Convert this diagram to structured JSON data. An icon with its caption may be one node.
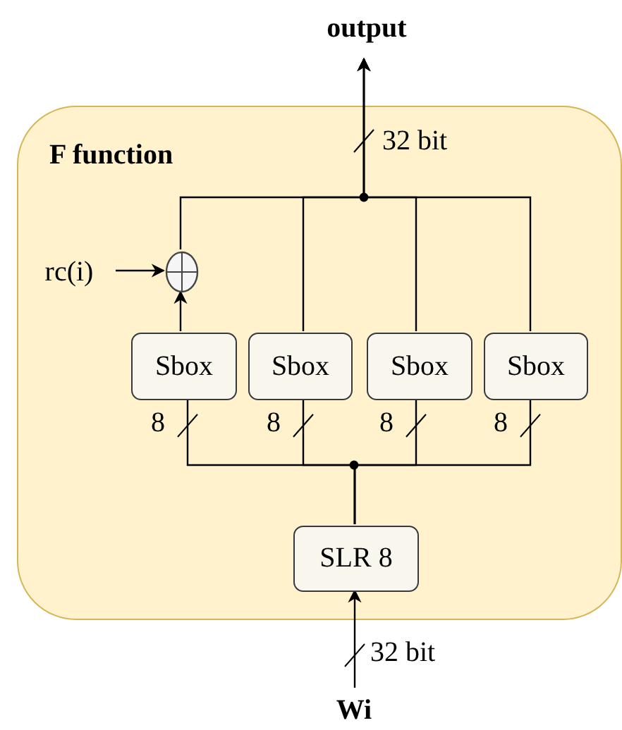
{
  "diagram": {
    "nodes": [
      {
        "text": [
          "F function"
        ]
      },
      {
        "text": [
          "output"
        ]
      },
      {
        "text": [
          "rc(i)"
        ],
        "in": 0
      },
      {
        "text": [],
        "shape": "circle",
        "in": 0
      },
      {
        "text": [
          "Sbox"
        ],
        "in": 0
      },
      {
        "text": [
          "Sbox"
        ],
        "in": 0
      },
      {
        "text": [
          "Sbox"
        ],
        "in": 0
      },
      {
        "text": [
          "Sbox"
        ],
        "in": 0
      },
      {
        "text": [
          "SLR 8"
        ],
        "in": 0
      },
      {
        "text": [
          "Wi"
        ]
      }
    ],
    "edges": [
      {
        "from": 9,
        "to": 8,
        "arrow": "to",
        "label": "32 bit"
      },
      {
        "from": 8,
        "to": 4,
        "arrow": "none",
        "label": "8"
      },
      {
        "from": 8,
        "to": 5,
        "arrow": "none",
        "label": "8"
      },
      {
        "from": 8,
        "to": 6,
        "arrow": "none",
        "label": "8"
      },
      {
        "from": 8,
        "to": 7,
        "arrow": "none",
        "label": "8"
      },
      {
        "from": 4,
        "to": 3,
        "arrow": "to"
      },
      {
        "from": 2,
        "to": 3,
        "arrow": "to"
      },
      {
        "from": 3,
        "to": 1,
        "arrow": "to"
      },
      {
        "from": 5,
        "to": 1,
        "arrow": "to"
      },
      {
        "from": 6,
        "to": 1,
        "arrow": "to"
      },
      {
        "from": 7,
        "to": 1,
        "arrow": "to"
      }
    ],
    "labels": [
      "32 bit"
    ]
  }
}
